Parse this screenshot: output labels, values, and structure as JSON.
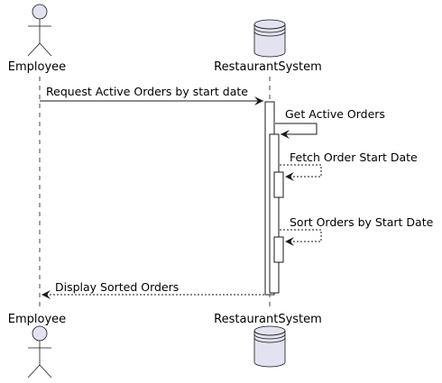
{
  "participants": [
    {
      "id": "employee",
      "name": "Employee",
      "kind": "actor"
    },
    {
      "id": "restaurant-system",
      "name": "RestaurantSystem",
      "kind": "database"
    }
  ],
  "messages": [
    {
      "id": "request",
      "label": "Request Active Orders by start date",
      "from": "employee",
      "to": "restaurant-system",
      "style": "solid"
    },
    {
      "id": "get-active",
      "label": "Get Active Orders",
      "from": "restaurant-system",
      "to": "restaurant-system",
      "style": "solid"
    },
    {
      "id": "fetch-start",
      "label": "Fetch Order Start Date",
      "from": "restaurant-system",
      "to": "restaurant-system",
      "style": "dashed"
    },
    {
      "id": "sort",
      "label": "Sort Orders by Start Date",
      "from": "restaurant-system",
      "to": "restaurant-system",
      "style": "dashed"
    },
    {
      "id": "display",
      "label": "Display Sorted Orders",
      "from": "restaurant-system",
      "to": "employee",
      "style": "dashed"
    }
  ],
  "colors": {
    "participant_fill": "#E2E2F0",
    "participant_stroke": "#181818",
    "activation_fill": "#FFFFFF",
    "line": "#181818"
  }
}
